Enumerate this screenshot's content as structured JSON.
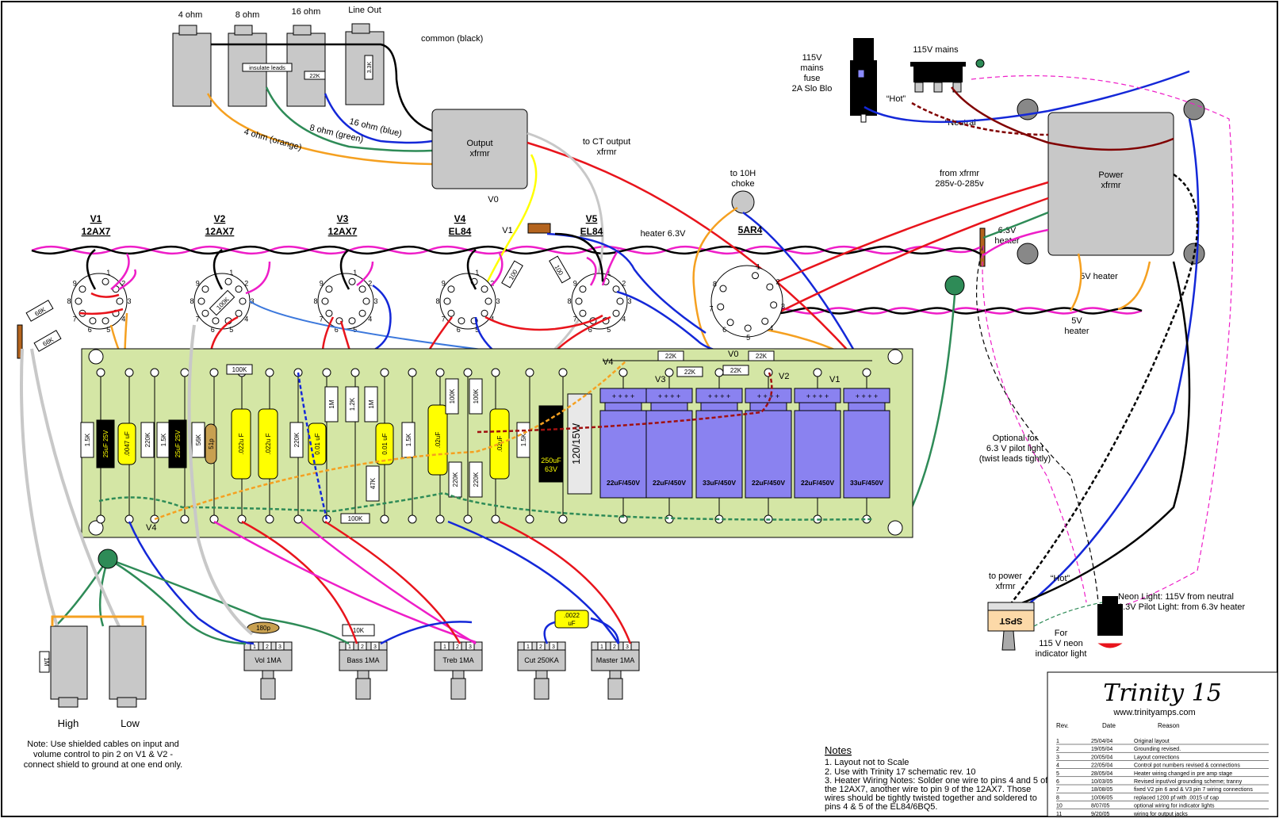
{
  "jacks": {
    "j4": "4 ohm",
    "j8": "8 ohm",
    "j16": "16 ohm",
    "jline": "Line Out",
    "insulate": "insulate leads",
    "r22k": "22K",
    "r33k": "3.3K",
    "common": "common (black)"
  },
  "wire_labels": {
    "orange": "4 ohm (orange)",
    "green": "8 ohm (green)",
    "blue": "16 ohm (blue)",
    "to_ct": "to CT output",
    "to_ct2": "xfrmr",
    "choke1": "to 10H",
    "choke2": "choke",
    "from_xfrmr1": "from xfrmr",
    "from_xfrmr2": "285v-0-285v",
    "heater63": "heater 6.3V",
    "heater63_b1": "6.3V",
    "heater63_b2": "heater",
    "heater5v": "5V heater",
    "heater5v_b1": "5V",
    "heater5v_b2": "heater",
    "hot": "“Hot”",
    "neutral": "“Neutral”",
    "hot2": "“Hot”"
  },
  "output_xfmr": {
    "line1": "Output",
    "line2": "xfrmr",
    "v0": "V0"
  },
  "power_xfmr": {
    "line1": "Power",
    "line2": "xfrmr"
  },
  "mains": {
    "fuse1": "115V",
    "fuse2": "mains",
    "fuse3": "fuse",
    "fuse4": "2A Slo Blo",
    "switch": "115V  mains"
  },
  "tubes": [
    {
      "name": "V1",
      "type": "12AX7"
    },
    {
      "name": "V2",
      "type": "12AX7"
    },
    {
      "name": "V3",
      "type": "12AX7"
    },
    {
      "name": "V4",
      "type": "EL84"
    },
    {
      "name": "V5",
      "type": "EL84"
    },
    {
      "name": "",
      "type": "5AR4"
    }
  ],
  "tube_v1_label": "V1",
  "board": {
    "rails": [
      "V4",
      "V3",
      "V0",
      "V2",
      "V1"
    ],
    "v4_bottom": "V4",
    "res_top": [
      "22K",
      "22K",
      "22K",
      "22K",
      "100K"
    ],
    "res_100k_bottom": "100K",
    "caps": [
      "22uF/450V",
      "22uF/450V",
      "33uF/450V",
      "22uF/450V",
      "22uF/450V",
      "33uF/450V"
    ],
    "cap_plus": "+ + + +",
    "big_res": "120/15W",
    "elec_big1": "250uF",
    "elec_big2": "63V",
    "parts": [
      "1.5K",
      "25uF 25V",
      ".0047 uF",
      "220K",
      "1.5K",
      "25uF 25V",
      "56K",
      "51p",
      ".022u F",
      ".022u F",
      "220K",
      "1M",
      "1.2K",
      "1M",
      "0.01 uF",
      "0.01 uF",
      "47K",
      "1.5K",
      ".02uF",
      "100K",
      "100K",
      "220K",
      "220K",
      ".02uF",
      "1.5K"
    ],
    "tube_res": [
      "100K",
      "68K",
      "68K",
      "100",
      "100"
    ]
  },
  "pots": [
    {
      "name": "Vol 1MA",
      "cap": "180p"
    },
    {
      "name": "Bass 1MA",
      "cap": "10K"
    },
    {
      "name": "Treb 1MA",
      "cap": ""
    },
    {
      "name": "Cut 250KA",
      "cap": ""
    },
    {
      "name": "Master 1MA",
      "cap": ""
    }
  ],
  "pot_pins": [
    "1",
    "2",
    "3"
  ],
  "cut_cap": {
    "l1": ".0022",
    "l2": "uF"
  },
  "inputs": {
    "high": "High",
    "low": "Low",
    "note": [
      "Note: Use shielded cables on input and",
      "volume control to pin 2 on V1 & V2 -",
      "connect shield to ground at one end only."
    ],
    "res": "1M"
  },
  "pilot": {
    "opt1": "Optional for",
    "opt2": "6.3 V pilot light",
    "opt3": "(twist leads tightly)",
    "topower1": "to power",
    "topower2": "xfrmr",
    "spst": "SPST",
    "for1": "For",
    "for2": "115 V neon",
    "for3": "indicator light",
    "neon1": "Neon Light: 115V from neutral",
    "neon2": "6.3V Pilot Light: from 6.3v heater"
  },
  "notes": {
    "heading": "Notes",
    "lines": [
      "1.  Layout not to Scale",
      "2. Use with Trinity 17 schematic rev. 10",
      "3. Heater Wiring Notes: Solder one wire to pins 4 and 5 of",
      "the 12AX7, another wire to pin 9 of the 12AX7. Those",
      "wires should be tightly twisted together and soldered to",
      "pins 4 & 5 of the EL84/6BQ5."
    ]
  },
  "titleblock": {
    "title": "Trinity 15",
    "url": "www.trinityamps.com",
    "headers": [
      "Rev.",
      "Date",
      "Reason"
    ],
    "revisions": [
      [
        "1",
        "25/04/04",
        "Original layout"
      ],
      [
        "2",
        "19/05/04",
        "Grounding revised."
      ],
      [
        "3",
        "20/05/04",
        "Layout corrections"
      ],
      [
        "4",
        "22/05/04",
        "Control pot numbers revised & connections"
      ],
      [
        "5",
        "28/05/04",
        "Heater wiring changed in pre amp stage"
      ],
      [
        "6",
        "10/03/05",
        "Revised input/vol grounding scheme; tranny"
      ],
      [
        "7",
        "18/08/05",
        "fixed V2 pin 6 and & V3 pin 7 wiring connections"
      ],
      [
        "8",
        "10/06/05",
        "replaced 1200 pf with .0015 uf cap"
      ],
      [
        "10",
        "8/07/05",
        "optional wiring for indicator lights"
      ],
      [
        "11",
        "9/20/05",
        "wiring for output jacks"
      ]
    ]
  },
  "colors": {
    "board": "#d4e6a5",
    "cap_blue": "#8a82f0",
    "cap_yellow": "#ffff00",
    "wire_red": "#e8141c",
    "wire_blue": "#1428d8",
    "wire_magenta": "#ee1ec8",
    "wire_green": "#2e8b57",
    "wire_orange": "#f5a020",
    "wire_gray": "#c8c8c8"
  }
}
